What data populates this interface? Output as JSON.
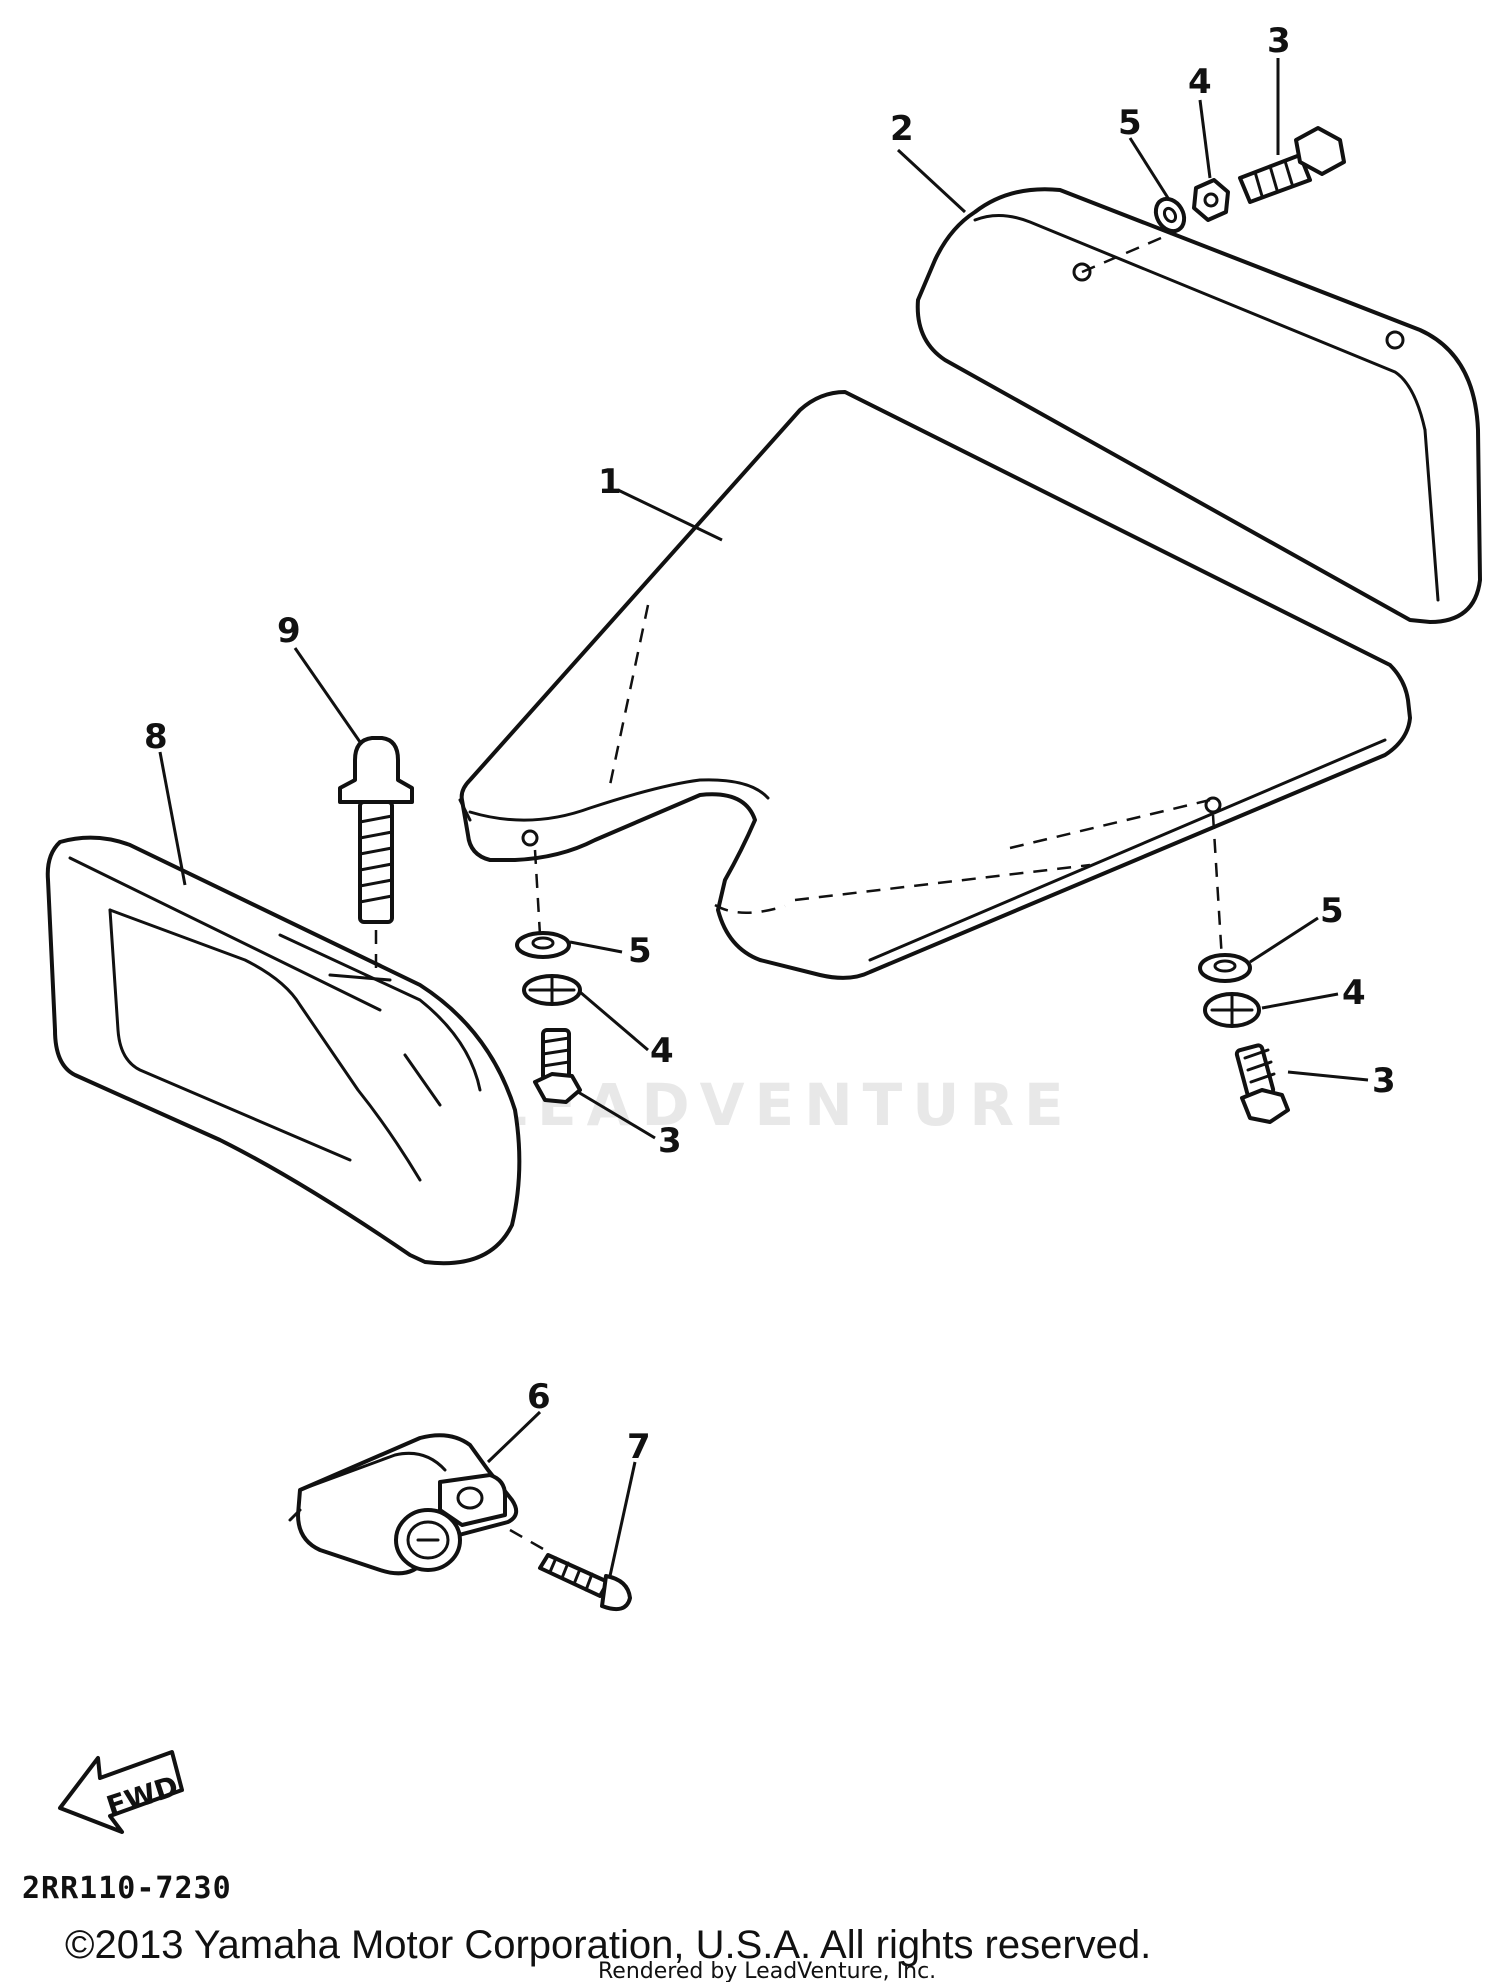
{
  "callouts": {
    "c1": "1",
    "c2": "2",
    "c3_top": "3",
    "c4_top": "4",
    "c5_top": "5",
    "c5_left": "5",
    "c4_left": "4",
    "c3_left": "3",
    "c5_right": "5",
    "c4_right": "4",
    "c3_right": "3",
    "c6": "6",
    "c7": "7",
    "c8": "8",
    "c9": "9"
  },
  "fwd_label": "FWD",
  "diagram_code": "2RR110-7230",
  "watermark": "LEADVENTURE",
  "copyright": "©2013 Yamaha Motor Corporation, U.S.A. All rights reserved.",
  "render_credit": "Rendered by LeadVenture, Inc."
}
